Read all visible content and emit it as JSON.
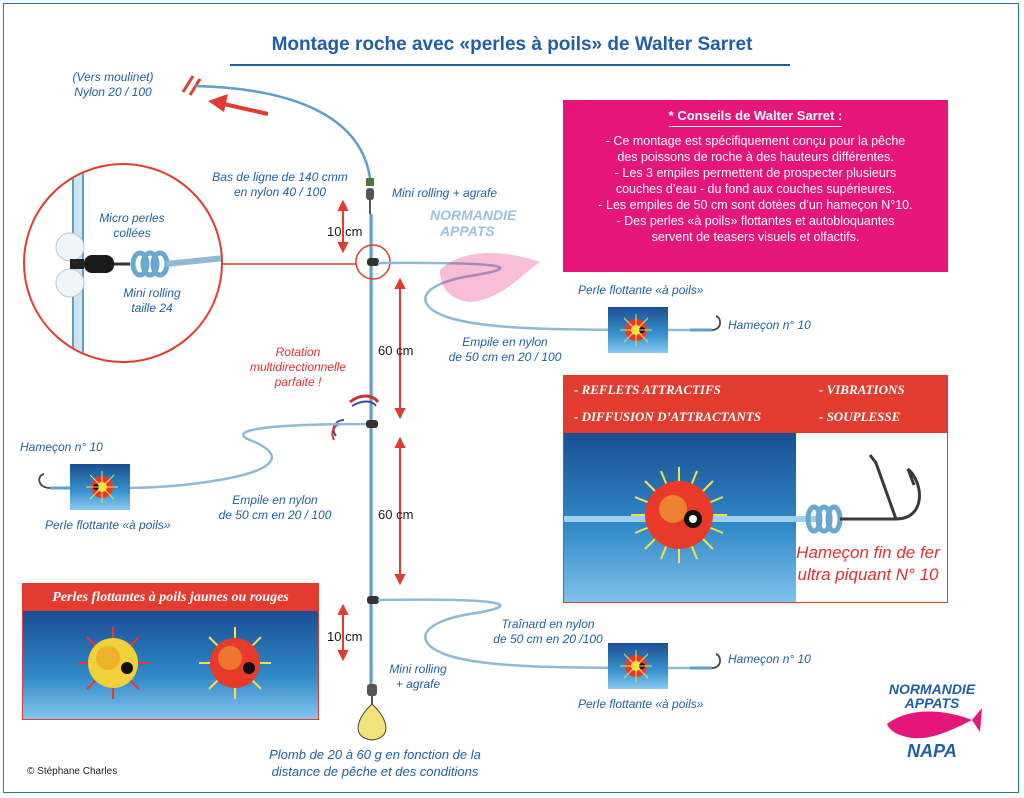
{
  "title": "Montage roche avec «perles à poils» de Walter Sarret",
  "labels": {
    "vers_moulinet_1": "(Vers moulinet)",
    "vers_moulinet_2": "Nylon 20 / 100",
    "bas_ligne_1": "Bas de ligne de 140 cmm",
    "bas_ligne_2": "en nylon 40 / 100",
    "mini_rolling_agrafe_top": "Mini rolling + agrafe",
    "micro_perles_1": "Micro perles",
    "micro_perles_2": "collées",
    "mini_rolling_taille_1": "Mini rolling",
    "mini_rolling_taille_2": "taille 24",
    "dim_10cm_top": "10 cm",
    "dim_60cm_1": "60 cm",
    "dim_60cm_2": "60 cm",
    "dim_10cm_bottom": "10 cm",
    "rotation_1": "Rotation",
    "rotation_2": "multidirectionnelle",
    "rotation_3": "parfaite !",
    "empile1_1": "Empile en nylon",
    "empile1_2": "de 50 cm en 20 / 100",
    "empile2_1": "Empile en nylon",
    "empile2_2": "de 50 cm en 20 / 100",
    "trainard_1": "Traînard en nylon",
    "trainard_2": "de 50 cm en 20 /100",
    "perle_top": "Perle flottante «à poils»",
    "hamecon_top": "Hameçon n° 10",
    "hamecon_left": "Hameçon n° 10",
    "perle_left": "Perle flottante «à poils»",
    "hamecon_bottom": "Hameçon n° 10",
    "perle_bottom": "Perle flottante «à poils»",
    "mini_rolling_bottom_1": "Mini rolling",
    "mini_rolling_bottom_2": "+ agrafe",
    "plomb_1": "Plomb de 20 à 60 g en fonction de la",
    "plomb_2": "distance de pêche et des conditions"
  },
  "advice": {
    "title": "* Conseils de Walter Sarret :",
    "lines": [
      "- Ce montage est spécifiquement conçu pour  la pêche",
      "des poissons de roche à des hauteurs différentes.",
      "- Les 3 empiles permettent de prospecter plusieurs",
      "couches d’eau - du fond aux couches supérieures.",
      "- Les empiles de 50 cm sont dotées d’un hameçon N°10.",
      "- Des perles «à poils» flottantes et autobloquantes",
      "servent de teasers visuels et olfactifs."
    ]
  },
  "features": {
    "items": [
      "- REFLETS ATTRACTIFS",
      "- VIBRATIONS",
      "- DIFFUSION D’ATTRACTANTS",
      "- SOUPLESSE"
    ],
    "hook_label_1": "Hameçon fin de fer",
    "hook_label_2": "ultra piquant N° 10"
  },
  "beads_box": {
    "title": "Perles flottantes à poils jaunes ou rouges"
  },
  "watermark": {
    "line1": "NORMANDIE",
    "line2": "APPATS"
  },
  "logo": {
    "line1": "NORMANDIE",
    "line2": "APPATS",
    "line3": "NAPA"
  },
  "copyright": "© Stéphane Charles",
  "colors": {
    "line": "#5f9fc4",
    "accent_blue": "#1f5fa6",
    "red": "#e23b2f",
    "pink": "#e5157a",
    "sinker": "#f2e27a"
  }
}
